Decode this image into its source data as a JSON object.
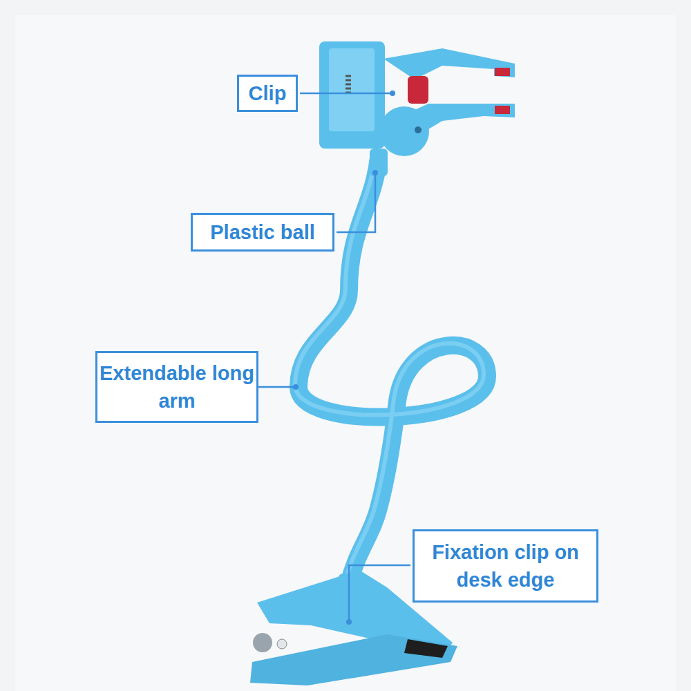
{
  "diagram": {
    "nodes": [
      {
        "text": [
          "Clip"
        ]
      },
      {
        "text": [
          "Plastic ball"
        ]
      },
      {
        "text": [
          "Extendable long arm"
        ]
      },
      {
        "text": [
          "Fixation clip on desk edge"
        ]
      }
    ]
  }
}
